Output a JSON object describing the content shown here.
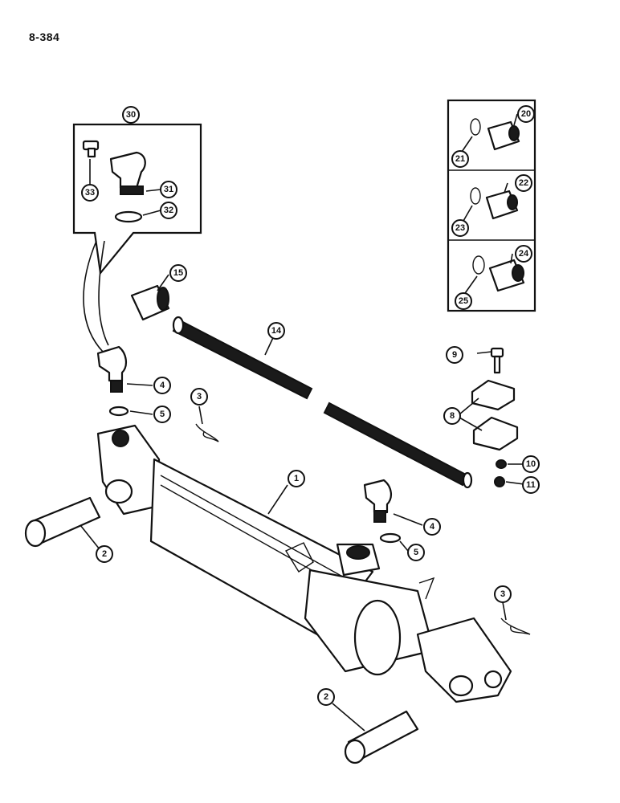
{
  "page": {
    "number": "8-384"
  },
  "callouts": {
    "c1": "1",
    "c2a": "2",
    "c2b": "2",
    "c3a": "3",
    "c3b": "3",
    "c4a": "4",
    "c4b": "4",
    "c5a": "5",
    "c5b": "5",
    "c8": "8",
    "c9": "9",
    "c10": "10",
    "c11": "11",
    "c14": "14",
    "c15": "15",
    "c20": "20",
    "c21": "21",
    "c22": "22",
    "c23": "23",
    "c24": "24",
    "c25": "25",
    "c30": "30",
    "c31": "31",
    "c32": "32",
    "c33": "33"
  }
}
